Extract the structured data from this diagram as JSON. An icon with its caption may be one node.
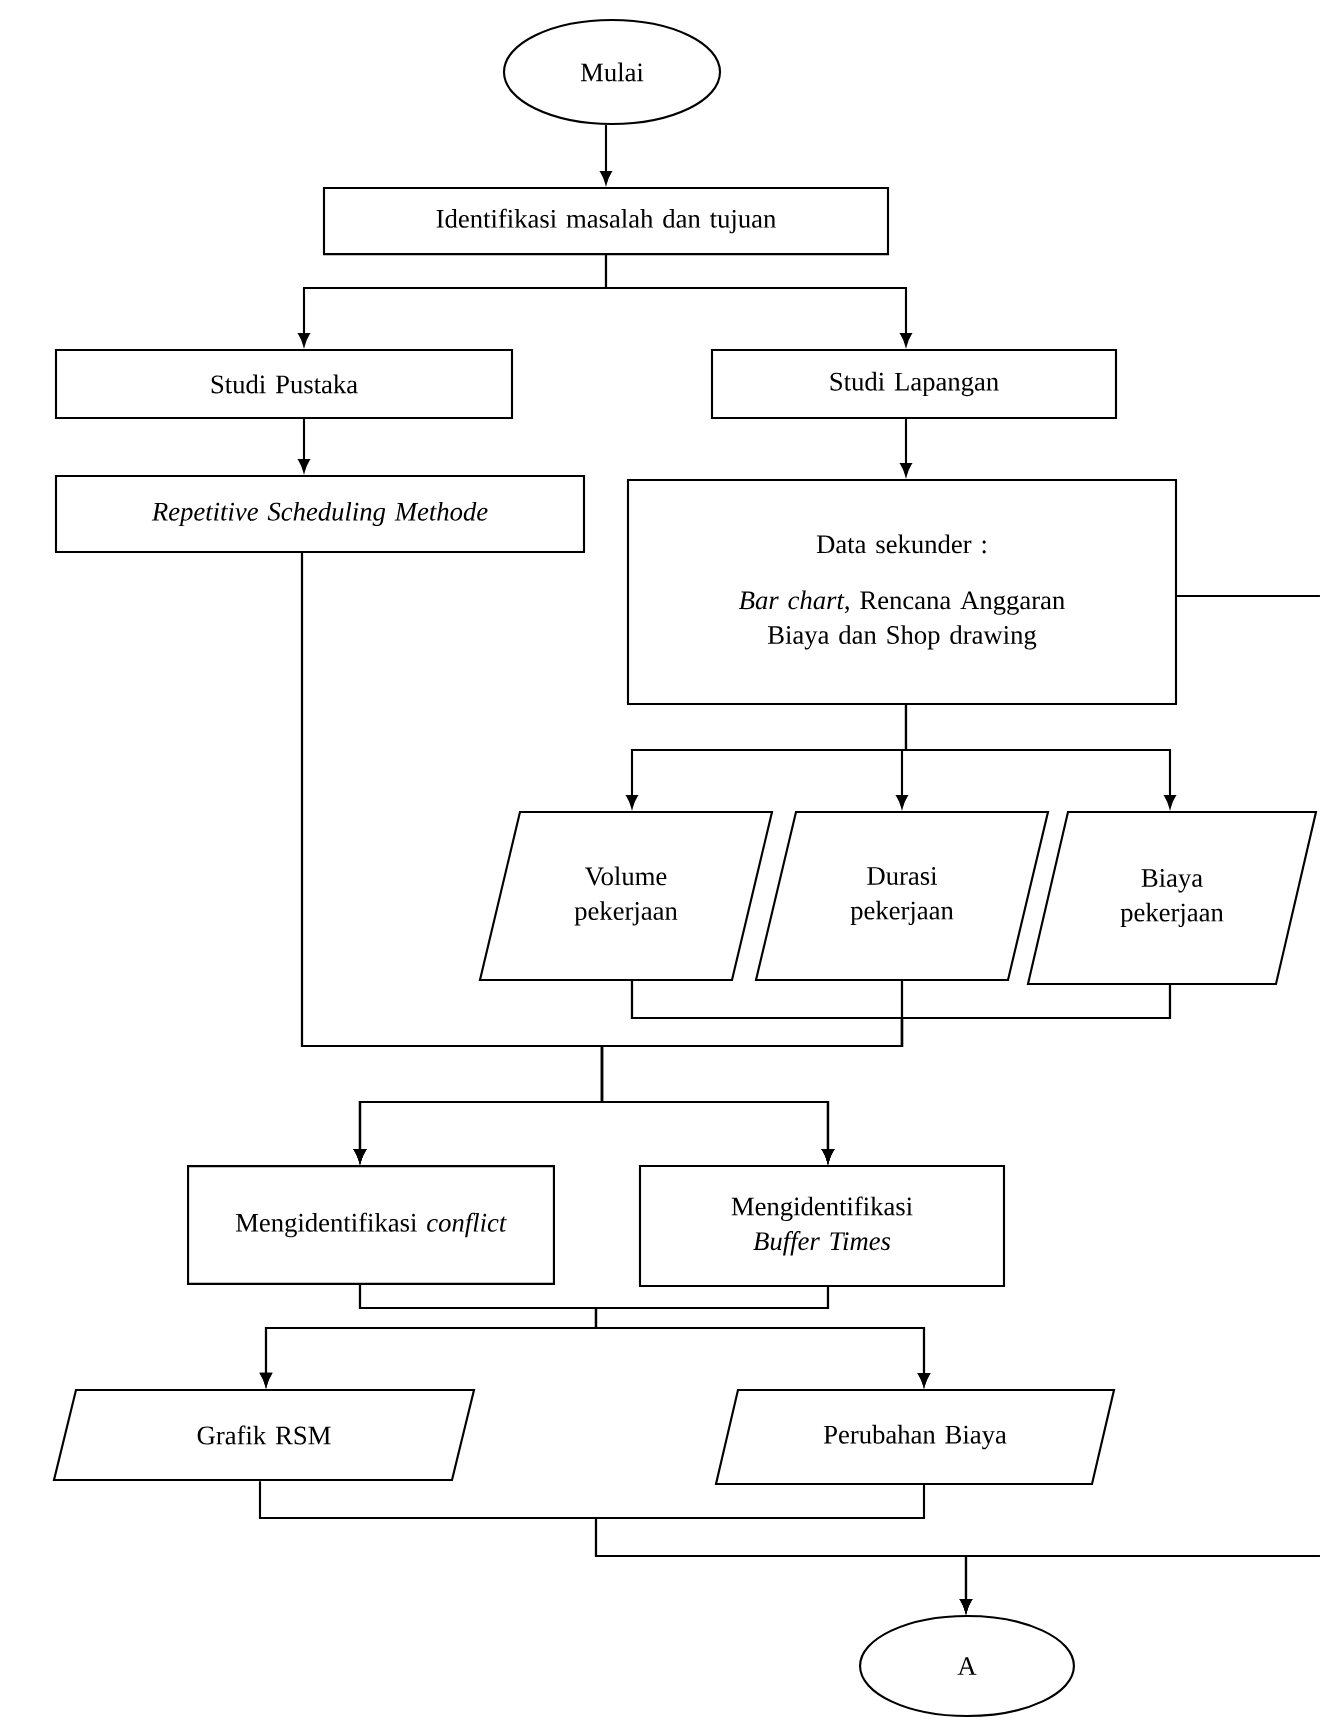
{
  "diagram": {
    "nodes": [
      {
        "text": [
          "Mulai"
        ]
      },
      {
        "text": [
          "Identifikasi masalah dan tujuan"
        ]
      },
      {
        "text": [
          "Studi Pustaka"
        ]
      },
      {
        "text": [
          "Studi Lapangan"
        ]
      },
      {
        "text": [
          "Repetitive Scheduling Methode"
        ]
      },
      {
        "text": [
          "Data sekunder :",
          "*Bar chart*, Rencana Anggaran Biaya dan Shop drawing"
        ]
      },
      {
        "text": [
          "Volume pekerjaan"
        ]
      },
      {
        "text": [
          "Durasi pekerjaan"
        ]
      },
      {
        "text": [
          "Biaya pekerjaan"
        ]
      },
      {
        "text": [
          "Mengidentifikasi *conflict*"
        ]
      },
      {
        "text": [
          "Mengidentifikasi *Buffer Times*"
        ]
      },
      {
        "text": [
          "Grafik RSM"
        ]
      },
      {
        "text": [
          "Perubahan Biaya"
        ]
      },
      {
        "text": [
          "A"
        ]
      }
    ],
    "edges": [
      {
        "from": 0,
        "to": 1,
        "arrow": "to"
      },
      {
        "from": 1,
        "to": 2,
        "arrow": "to"
      },
      {
        "from": 1,
        "to": 3,
        "arrow": "to"
      },
      {
        "from": 2,
        "to": 4,
        "arrow": "to"
      },
      {
        "from": 3,
        "to": 5,
        "arrow": "to"
      },
      {
        "from": 5,
        "to": 6,
        "arrow": "to"
      },
      {
        "from": 5,
        "to": 7,
        "arrow": "to"
      },
      {
        "from": 5,
        "to": 8,
        "arrow": "to"
      },
      {
        "from": 5,
        "to": null,
        "arrow": "none"
      },
      {
        "from": 4,
        "to": 9,
        "arrow": "to"
      },
      {
        "from": 4,
        "to": 10,
        "arrow": "to"
      },
      {
        "from": 6,
        "to": 9,
        "arrow": "to"
      },
      {
        "from": 6,
        "to": 10,
        "arrow": "to"
      },
      {
        "from": 7,
        "to": 9,
        "arrow": "to"
      },
      {
        "from": 7,
        "to": 10,
        "arrow": "to"
      },
      {
        "from": 8,
        "to": 9,
        "arrow": "to"
      },
      {
        "from": 8,
        "to": 10,
        "arrow": "to"
      },
      {
        "from": 9,
        "to": 11,
        "arrow": "to"
      },
      {
        "from": 9,
        "to": 12,
        "arrow": "to"
      },
      {
        "from": 10,
        "to": 11,
        "arrow": "to"
      },
      {
        "from": 10,
        "to": 12,
        "arrow": "to"
      },
      {
        "from": 11,
        "to": 13,
        "arrow": "to"
      },
      {
        "from": 12,
        "to": 13,
        "arrow": "to"
      },
      {
        "from": null,
        "to": 13,
        "arrow": "to"
      }
    ]
  }
}
